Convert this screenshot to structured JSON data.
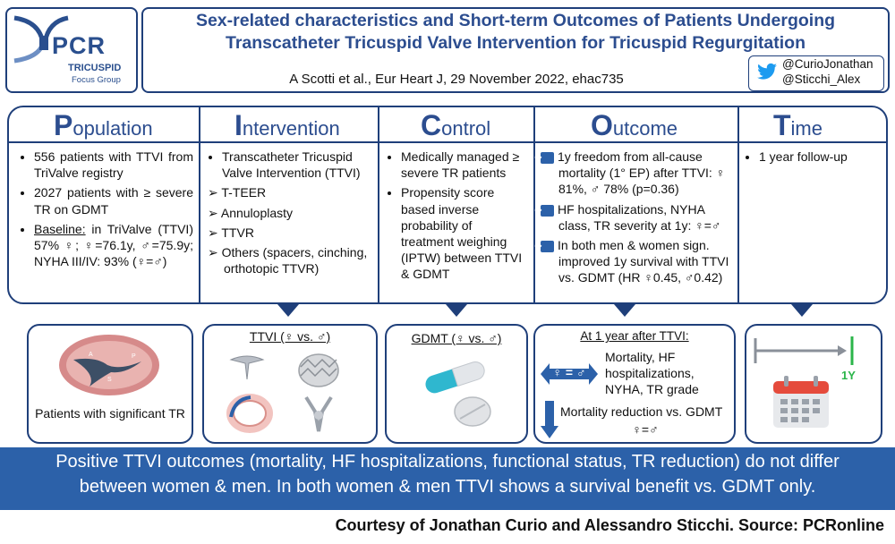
{
  "header": {
    "logo": {
      "brand": "PCR",
      "line1": "TRICUSPID",
      "line2": "Focus Group"
    },
    "title_line1": "Sex-related characteristics and Short-term Outcomes of Patients Undergoing",
    "title_line2": "Transcatheter Tricuspid Valve Intervention for Tricuspid Regurgitation",
    "citation": "A Scotti et al., Eur Heart J, 29 November 2022, ehac735",
    "twitter": {
      "icon": "twitter-bird-icon",
      "handles": [
        "@CurioJonathan",
        "@Sticchi_Alex"
      ]
    }
  },
  "picot": {
    "population": {
      "first": "P",
      "rest": "opulation",
      "items": [
        "556 patients with TTVI from TriValve registry",
        "2027 patients with ≥ severe TR on GDMT"
      ],
      "baseline_label": "Baseline:",
      "baseline_text": " in TriValve (TTVI) 57% ♀; ♀=76.1y, ♂=75.9y; NYHA III/IV: 93% (♀=♂)"
    },
    "intervention": {
      "first": "I",
      "rest": "ntervention",
      "main": "Transcatheter Tricuspid Valve Intervention (TTVI)",
      "subitems": [
        "T-TEER",
        "Annuloplasty",
        "TTVR",
        "Others (spacers, cinching, orthotopic TTVR)"
      ]
    },
    "control": {
      "first": "C",
      "rest": "ontrol",
      "items": [
        "Medically managed ≥ severe TR patients",
        "Propensity score based inverse probability of treatment weighing (IPTW) between TTVI & GDMT"
      ]
    },
    "outcome": {
      "first": "O",
      "rest": "utcome",
      "items": [
        "1y freedom from all-cause mortality (1° EP) after TTVI: ♀ 81%,   ♂ 78% (p=0.36)",
        "HF hospitalizations, NYHA class, TR severity at 1y: ♀=♂",
        "In both men & women sign. improved 1y survival with TTVI vs. GDMT (HR ♀0.45, ♂0.42)"
      ]
    },
    "time": {
      "first": "T",
      "rest": "ime",
      "items": [
        "1 year follow-up"
      ]
    }
  },
  "images": {
    "population_caption": "Patients with significant TR",
    "valve_letters": [
      "A",
      "P",
      "S"
    ],
    "ttvi_caption": "TTVI (♀ vs. ♂)",
    "gdmt_caption": "GDMT (♀ vs. ♂)",
    "outcome": {
      "title": "At 1 year after TTVI:",
      "equal_badge": "♀ = ♂",
      "list_line1": "Mortality, HF",
      "list_line2": "hospitalizations,",
      "list_line3": "NYHA, TR grade",
      "reduction": "Mortality reduction vs. GDMT",
      "reduction_eq": "♀=♂"
    },
    "time_label": "1Y"
  },
  "summary": {
    "line1": "Positive TTVI outcomes (mortality, HF hospitalizations, functional status, TR reduction) do not differ",
    "line2": "between women & men. In both women & men TTVI shows a survival benefit vs. GDMT only."
  },
  "courtesy": "Courtesy of Jonathan Curio and Alessandro Sticchi. Source: PCRonline",
  "colors": {
    "navy": "#1f3f7a",
    "title_blue": "#2c4d8f",
    "band_blue": "#2c61a9",
    "green": "#2bb54a",
    "red": "#e54b3c"
  }
}
